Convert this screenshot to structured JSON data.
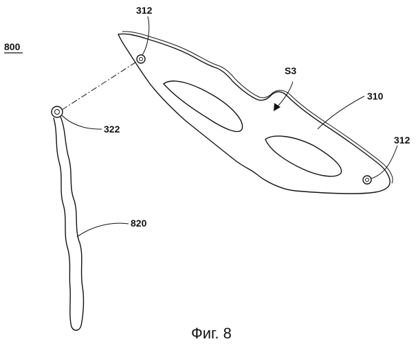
{
  "figure": {
    "caption": "Фиг. 8",
    "labels": {
      "assembly": "800",
      "hole_top": "312",
      "hole_right": "312",
      "surface": "S3",
      "mask": "310",
      "stick_ring": "322",
      "stick": "820"
    }
  }
}
